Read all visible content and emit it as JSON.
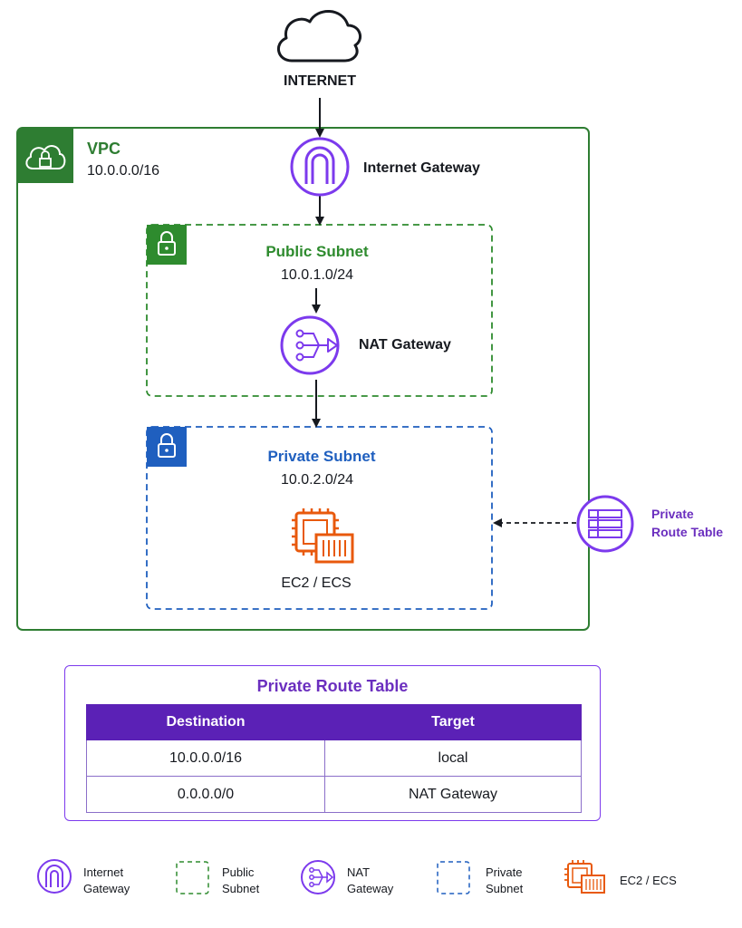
{
  "internet": {
    "label": "INTERNET"
  },
  "vpc": {
    "title": "VPC",
    "cidr": "10.0.0.0/16"
  },
  "internet_gateway": {
    "label": "Internet Gateway"
  },
  "public_subnet": {
    "title": "Public Subnet",
    "cidr": "10.0.1.0/24"
  },
  "nat_gateway": {
    "label": "NAT Gateway"
  },
  "private_subnet": {
    "title": "Private Subnet",
    "cidr": "10.0.2.0/24"
  },
  "compute": {
    "label": "EC2 / ECS"
  },
  "route_table_node": {
    "line1": "Private",
    "line2": "Route Table"
  },
  "route_table": {
    "title": "Private Route Table",
    "headers": [
      "Destination",
      "Target"
    ],
    "rows": [
      [
        "10.0.0.0/16",
        "local"
      ],
      [
        "0.0.0.0/0",
        "NAT Gateway"
      ]
    ]
  },
  "legend": {
    "internet_gateway": {
      "line1": "Internet",
      "line2": "Gateway"
    },
    "public_subnet": {
      "line1": "Public",
      "line2": "Subnet"
    },
    "nat_gateway": {
      "line1": "NAT",
      "line2": "Gateway"
    },
    "private_subnet": {
      "line1": "Private",
      "line2": "Subnet"
    },
    "compute": {
      "label": "EC2 / ECS"
    }
  },
  "colors": {
    "vpc": "#2e7d32",
    "public": "#2e8b2e",
    "private": "#1f5fbf",
    "service": "#7c3aed",
    "compute": "#e8590c",
    "arrow": "#16191f"
  },
  "icons": [
    "cloud-icon",
    "vpc-lock-cloud-icon",
    "lock-icon",
    "gateway-arch-icon",
    "nat-arrows-icon",
    "chip-icon",
    "route-table-icon"
  ]
}
